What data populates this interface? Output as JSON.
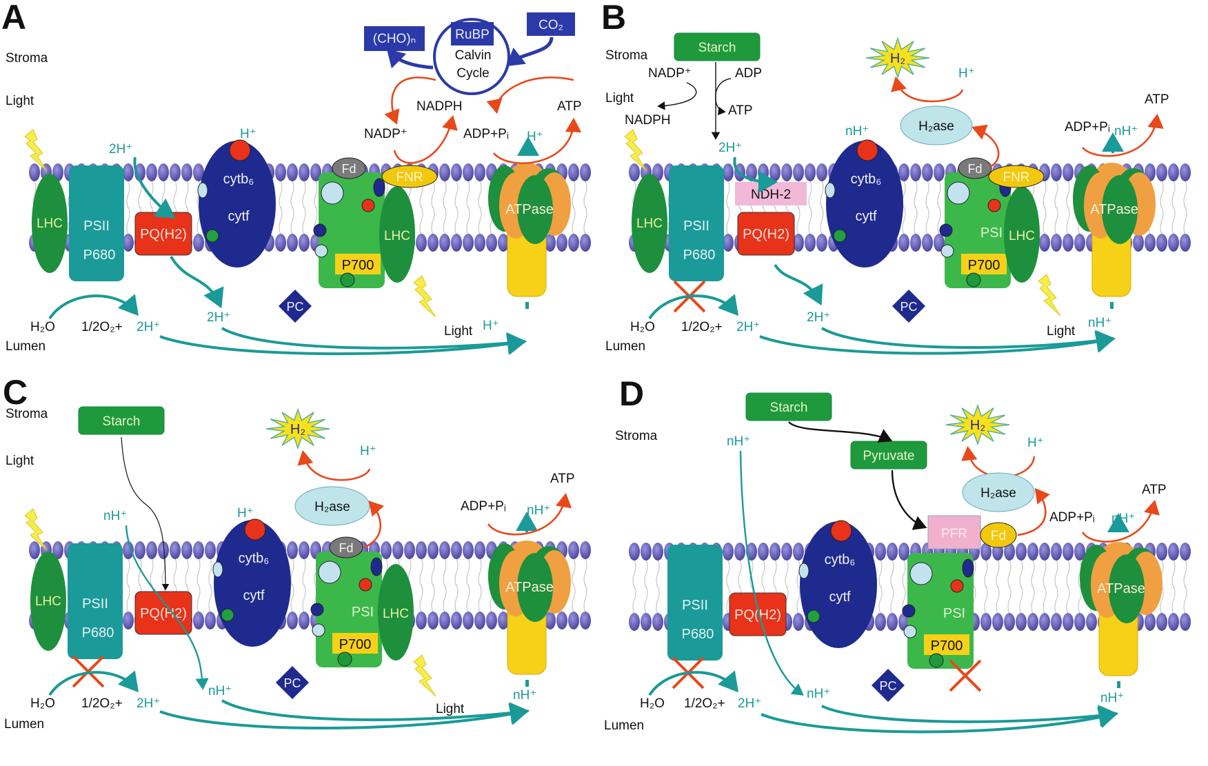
{
  "figure": {
    "description": "Four-panel schematic of thylakoid membrane electron transport pathways for photosynthesis and hydrogen production",
    "colors": {
      "membrane_head": "#6a63b8",
      "lipid_tail": "#c8c8c8",
      "lhc": "#1e8f3c",
      "psii": "#1a9a98",
      "pq": "#e8321a",
      "cyt": "#1f2a8f",
      "psi": "#3cb84a",
      "p700": "#f7d117",
      "fd_grey": "#7a7a7a",
      "fnr": "#f2c80f",
      "atpase_green": "#1e8f3c",
      "atpase_orange": "#f0a040",
      "atpase_stalk": "#f7d117",
      "proton_arrow": "#1a9a98",
      "electron_arrow": "#e8481a",
      "calvin_blue": "#2b3aa8",
      "starch_green": "#1e9a3c",
      "h2ase": "#bfe4ea",
      "ndh2_pink": "#f2b8d8",
      "pfr_pink": "#f2b0cf",
      "h2_star": "#f7e21a",
      "block_x": "#e8481a"
    },
    "common_labels": {
      "stroma": "Stroma",
      "lumen": "Lumen",
      "light": "Light",
      "lhc": "LHC",
      "psii": "PSII",
      "p680": "P680",
      "pq": "PQ(H2)",
      "cytb6": "cytb₆",
      "cytf": "cytf",
      "pc": "PC",
      "fd": "Fd",
      "fnr": "FNR",
      "psi": "PSI",
      "p700": "P700",
      "atpase": "ATPase",
      "h2o": "H₂O",
      "o2_2h": "1/2O₂+",
      "two_h": "2H⁺",
      "h_plus": "H⁺",
      "n_h_plus": "nH⁺",
      "adp_pi": "ADP+Pᵢ",
      "atp": "ATP",
      "nadp": "NADP⁺",
      "nadph": "NADPH",
      "adp": "ADP",
      "h2": "H₂",
      "h2ase": "H₂ase",
      "starch": "Starch",
      "pyruvate": "Pyruvate",
      "pfr": "PFR",
      "ndh2": "NDH-2"
    },
    "panels": [
      {
        "letter": "A",
        "title": "Linear electron flow and Calvin cycle",
        "calvin": {
          "rubp": "RuBP",
          "co2": "CO₂",
          "cho": "(CHO)ₙ",
          "cycle": "Calvin",
          "cycle2": "Cycle"
        },
        "blocked": []
      },
      {
        "letter": "B",
        "title": "Starch-driven NDH-2 pathway to hydrogenase",
        "blocked": [
          "PSII water splitting"
        ]
      },
      {
        "letter": "C",
        "title": "Starch-derived electrons into PQ pool, PSI to hydrogenase",
        "blocked": [
          "PSII water splitting"
        ]
      },
      {
        "letter": "D",
        "title": "Dark fermentative pathway via PFR and Fd",
        "blocked": [
          "PSII water splitting",
          "PSI"
        ]
      }
    ]
  }
}
